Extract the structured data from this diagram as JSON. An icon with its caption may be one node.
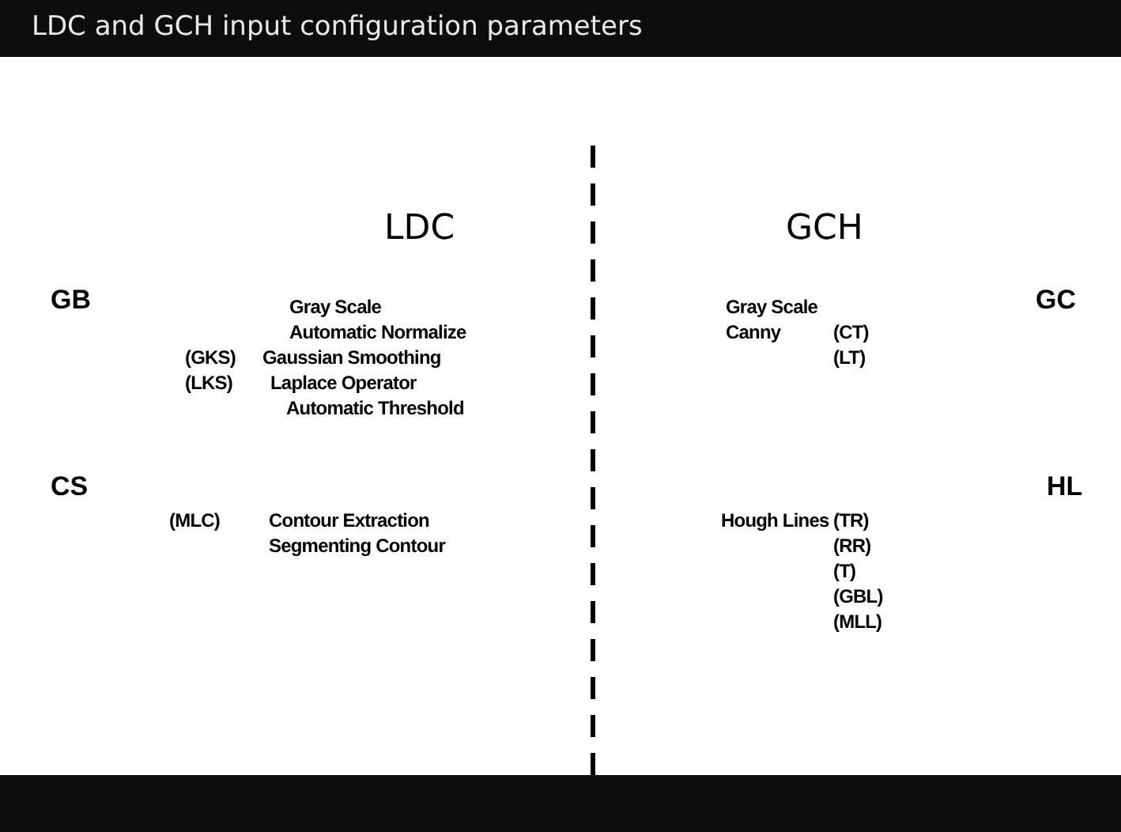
{
  "diagram": {
    "title": "LDC and GCH input configuration parameters",
    "labels": [
      "LDC",
      "GCH",
      "GB",
      "GC",
      "Gray Scale",
      "Gray Scale",
      "Automatic Normalize",
      "Canny",
      "(CT)",
      "(GKS)",
      "Gaussian Smoothing",
      "(LT)",
      "(LKS)",
      "Laplace Operator",
      "Automatic Threshold",
      "CS",
      "HL",
      "(MLC)",
      "Contour Extraction",
      "Hough Lines",
      "(TR)",
      "Segmenting Contour",
      "(RR)",
      "(T)",
      "(GBL)",
      "(MLL)"
    ]
  }
}
